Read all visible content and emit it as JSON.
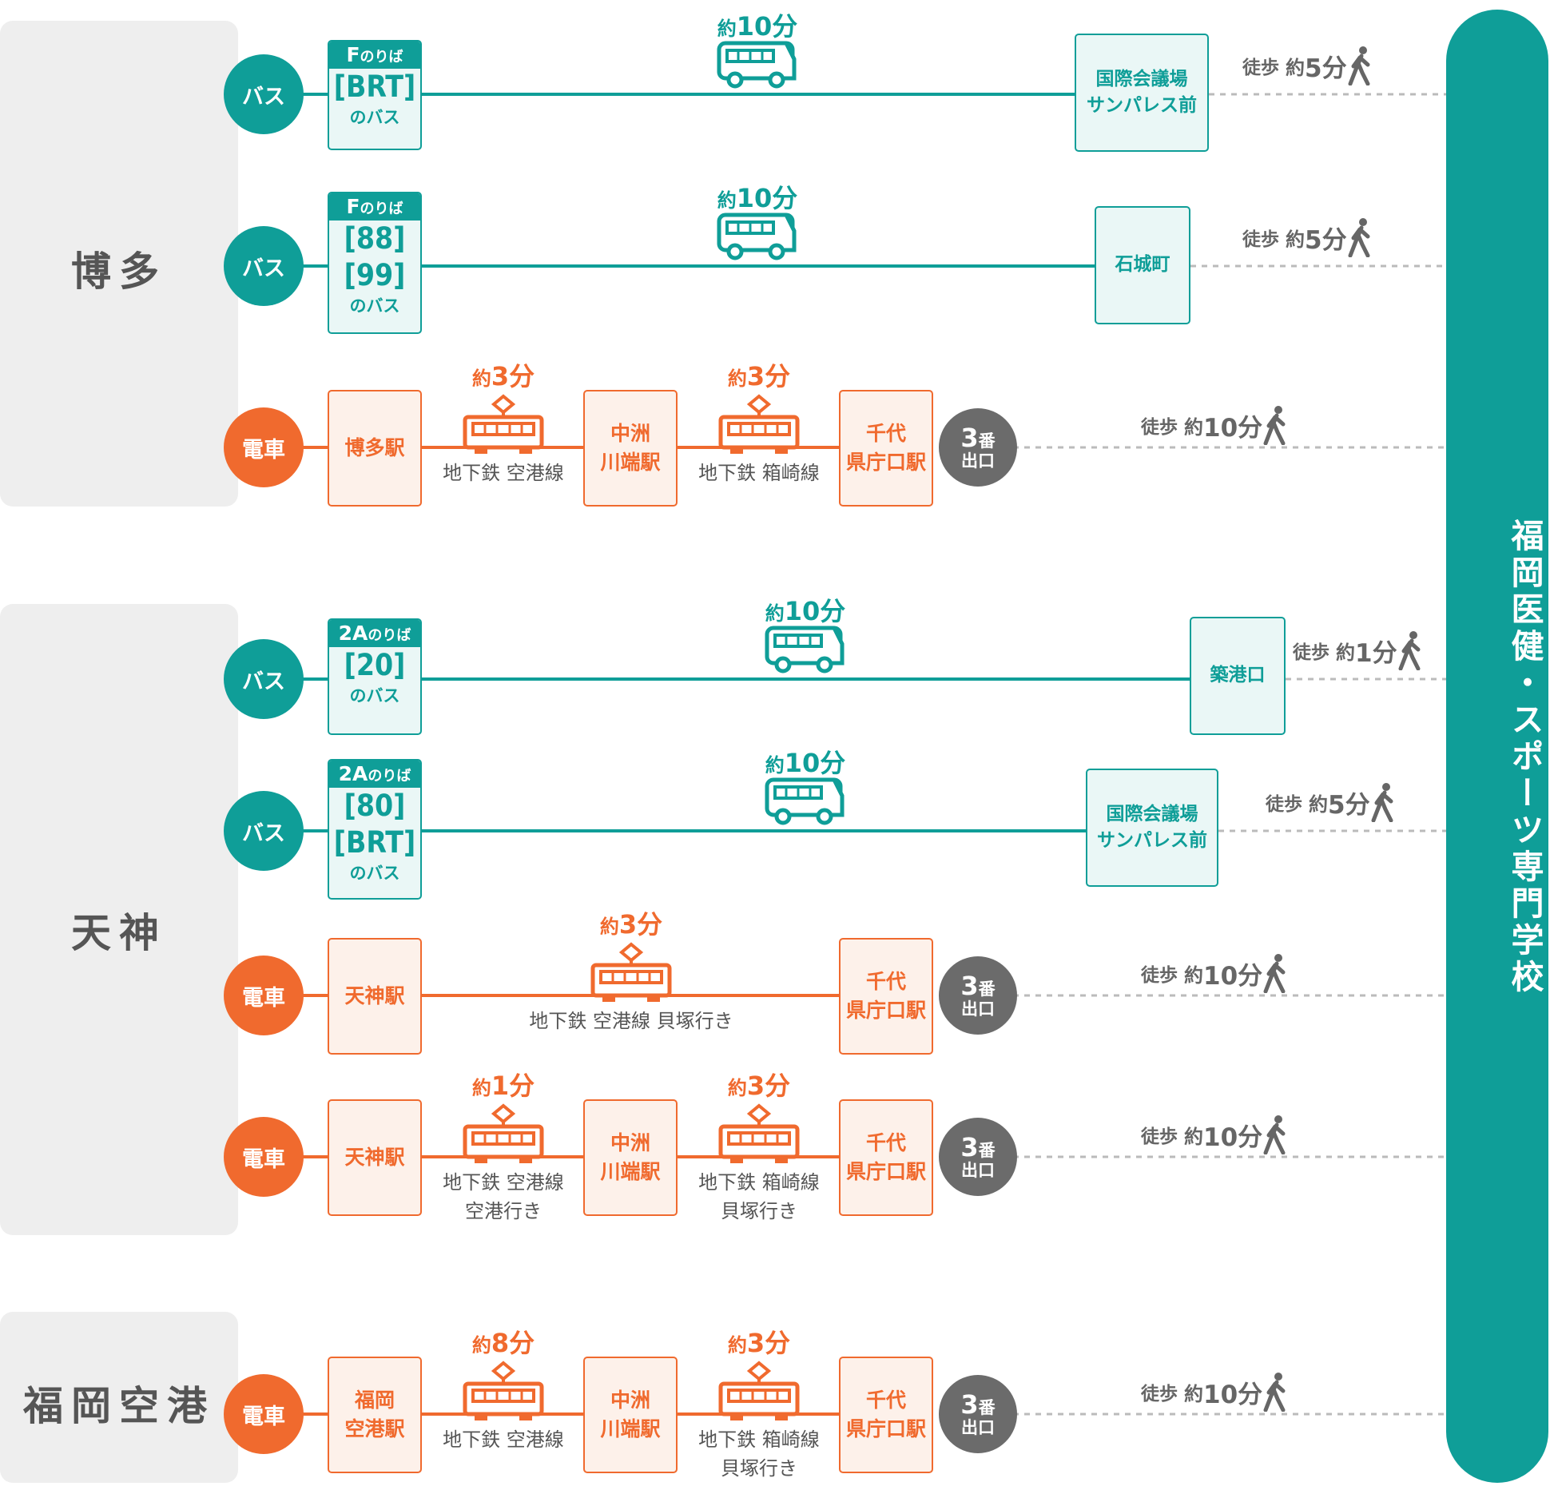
{
  "destination": "福岡医健・スポーツ専門学校",
  "colors": {
    "bus": "#0f9e98",
    "train": "#f06a2e",
    "walk": "#666666",
    "exit": "#6b6b6b",
    "origin_bg": "#eeeeee"
  },
  "origins": [
    {
      "name": "博多",
      "routes": [
        {
          "mode": "バス",
          "type": "bus",
          "stop_head": "F",
          "stop_head_suffix": "のりば",
          "lines": [
            "[BRT]"
          ],
          "stop_tail": "のバス",
          "time_prefix": "約",
          "time": "10分",
          "arrive": [
            "国際会議場",
            "サンパレス前"
          ],
          "walk_prefix": "徒歩",
          "walk_pfx": "約",
          "walk_num": "5分"
        },
        {
          "mode": "バス",
          "type": "bus",
          "stop_head": "F",
          "stop_head_suffix": "のりば",
          "lines": [
            "[88]",
            "[99]"
          ],
          "stop_tail": "のバス",
          "time_prefix": "約",
          "time": "10分",
          "arrive": [
            "石城町"
          ],
          "walk_prefix": "徒歩",
          "walk_pfx": "約",
          "walk_num": "5分"
        },
        {
          "mode": "電車",
          "type": "train",
          "stations": [
            [
              "博多駅"
            ],
            [
              "中洲",
              "川端駅"
            ],
            [
              "千代",
              "県庁口駅"
            ]
          ],
          "legs": [
            {
              "time_prefix": "約",
              "time": "3分",
              "label": [
                "地下鉄 空港線"
              ]
            },
            {
              "time_prefix": "約",
              "time": "3分",
              "label": [
                "地下鉄 箱崎線"
              ]
            }
          ],
          "exit_num": "3",
          "exit_suffix": "番",
          "exit_text": "出口",
          "walk_prefix": "徒歩",
          "walk_pfx": "約",
          "walk_num": "10分"
        }
      ]
    },
    {
      "name": "天神",
      "routes": [
        {
          "mode": "バス",
          "type": "bus",
          "stop_head": "2A",
          "stop_head_suffix": "のりば",
          "lines": [
            "[20]"
          ],
          "stop_tail": "のバス",
          "time_prefix": "約",
          "time": "10分",
          "arrive": [
            "築港口"
          ],
          "walk_prefix": "徒歩",
          "walk_pfx": "約",
          "walk_num": "1分"
        },
        {
          "mode": "バス",
          "type": "bus",
          "stop_head": "2A",
          "stop_head_suffix": "のりば",
          "lines": [
            "[80]",
            "[BRT]"
          ],
          "stop_tail": "のバス",
          "time_prefix": "約",
          "time": "10分",
          "arrive": [
            "国際会議場",
            "サンパレス前"
          ],
          "walk_prefix": "徒歩",
          "walk_pfx": "約",
          "walk_num": "5分"
        },
        {
          "mode": "電車",
          "type": "train",
          "stations": [
            [
              "天神駅"
            ],
            [
              "千代",
              "県庁口駅"
            ]
          ],
          "legs": [
            {
              "time_prefix": "約",
              "time": "3分",
              "label": [
                "地下鉄 空港線 貝塚行き"
              ]
            }
          ],
          "exit_num": "3",
          "exit_suffix": "番",
          "exit_text": "出口",
          "walk_prefix": "徒歩",
          "walk_pfx": "約",
          "walk_num": "10分"
        },
        {
          "mode": "電車",
          "type": "train",
          "stations": [
            [
              "天神駅"
            ],
            [
              "中洲",
              "川端駅"
            ],
            [
              "千代",
              "県庁口駅"
            ]
          ],
          "legs": [
            {
              "time_prefix": "約",
              "time": "1分",
              "label": [
                "地下鉄 空港線",
                "空港行き"
              ]
            },
            {
              "time_prefix": "約",
              "time": "3分",
              "label": [
                "地下鉄 箱崎線",
                "貝塚行き"
              ]
            }
          ],
          "exit_num": "3",
          "exit_suffix": "番",
          "exit_text": "出口",
          "walk_prefix": "徒歩",
          "walk_pfx": "約",
          "walk_num": "10分"
        }
      ]
    },
    {
      "name": "福岡空港",
      "routes": [
        {
          "mode": "電車",
          "type": "train",
          "stations": [
            [
              "福岡",
              "空港駅"
            ],
            [
              "中洲",
              "川端駅"
            ],
            [
              "千代",
              "県庁口駅"
            ]
          ],
          "legs": [
            {
              "time_prefix": "約",
              "time": "8分",
              "label": [
                "地下鉄 空港線"
              ]
            },
            {
              "time_prefix": "約",
              "time": "3分",
              "label": [
                "地下鉄 箱崎線",
                "貝塚行き"
              ]
            }
          ],
          "exit_num": "3",
          "exit_suffix": "番",
          "exit_text": "出口",
          "walk_prefix": "徒歩",
          "walk_pfx": "約",
          "walk_num": "10分"
        }
      ]
    }
  ]
}
